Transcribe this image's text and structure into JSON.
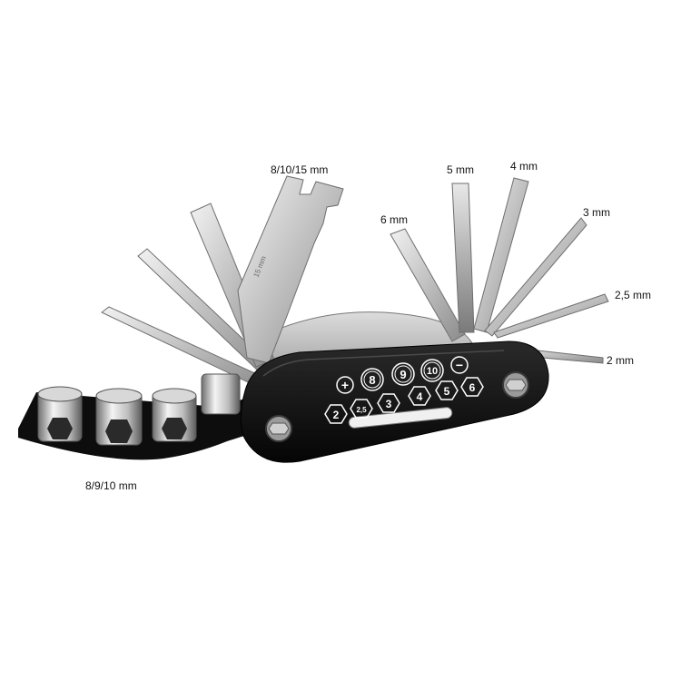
{
  "labels": {
    "wrench": "8/10/15 mm",
    "hex6": "6 mm",
    "hex5": "5 mm",
    "hex4": "4 mm",
    "hex3": "3 mm",
    "hex25": "2,5 mm",
    "hex2": "2 mm",
    "sockets": "8/9/10 mm"
  },
  "body_markings": {
    "top": [
      "+",
      "8",
      "9",
      "10",
      "−"
    ],
    "bottom": [
      "2",
      "2,5",
      "3",
      "4",
      "5",
      "6"
    ]
  },
  "engraving": "15 mm",
  "colors": {
    "body": "#111111",
    "steel": "#c9c9c9",
    "steel_dark": "#8e8e8e",
    "background": "#ffffff"
  }
}
